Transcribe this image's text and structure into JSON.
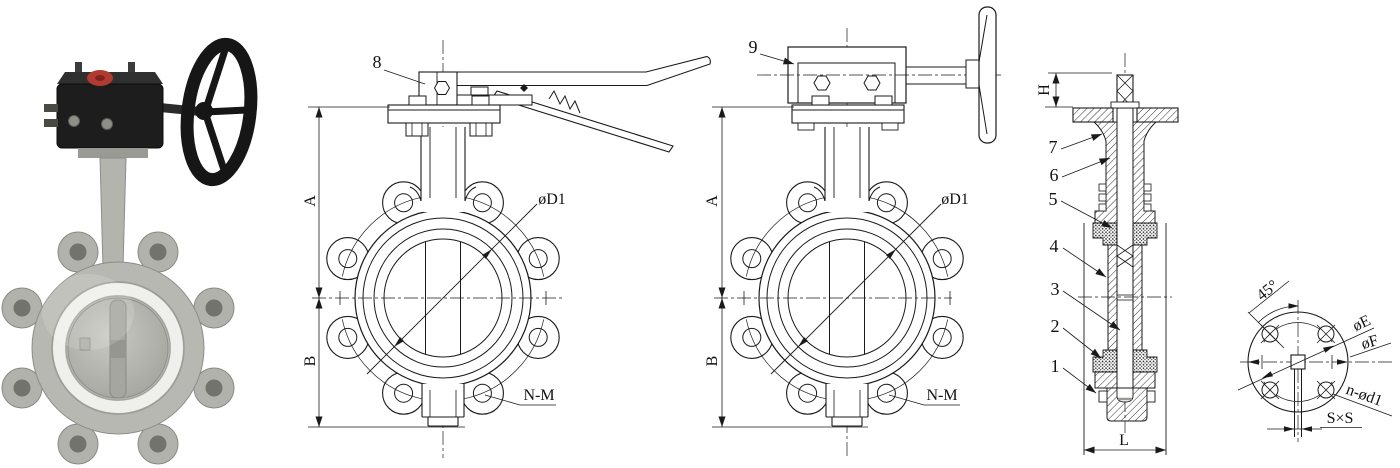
{
  "views": {
    "lever": {
      "callouts": {
        "c8": "8"
      },
      "dims": {
        "a": "A",
        "b": "B",
        "d1": "øD1",
        "nm": "N-M"
      }
    },
    "gear": {
      "callouts": {
        "c9": "9"
      },
      "dims": {
        "a": "A",
        "b": "B",
        "d1": "øD1",
        "nm": "N-M"
      }
    },
    "section": {
      "callouts": {
        "c7": "7",
        "c6": "6",
        "c5": "5",
        "c4": "4",
        "c3": "3",
        "c2": "2",
        "c1": "1"
      },
      "dims": {
        "h": "H",
        "l": "L"
      }
    },
    "flange": {
      "dims": {
        "angle": "45°",
        "e": "øE",
        "f": "øF",
        "holes": "n-ød1",
        "square": "S×S"
      }
    }
  }
}
